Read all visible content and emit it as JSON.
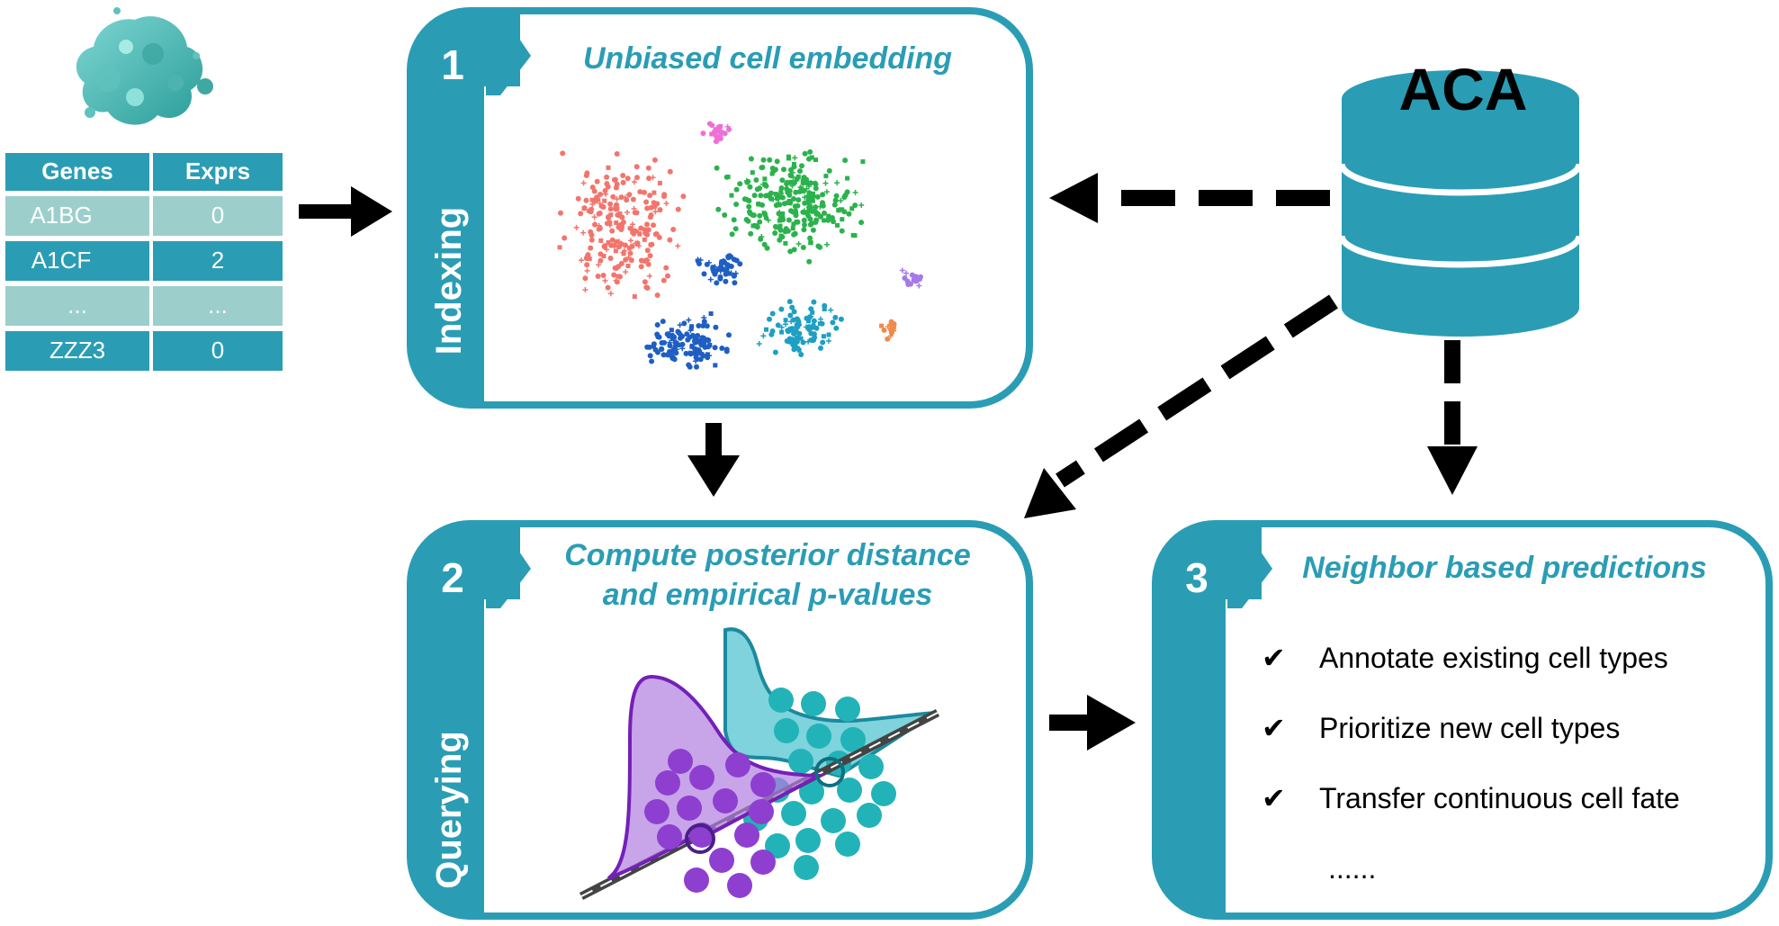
{
  "gene_table": {
    "headers": [
      "Genes",
      "Exprs"
    ],
    "rows": [
      [
        "A1BG",
        "0"
      ],
      [
        "A1CF",
        "2"
      ],
      [
        "...",
        "..."
      ],
      [
        "ZZZ3",
        "0"
      ]
    ]
  },
  "step1": {
    "number": "1",
    "title": "Unbiased cell embedding",
    "side_label": "Indexing"
  },
  "step2": {
    "number": "2",
    "title_line1": "Compute posterior distance",
    "title_line2": "and empirical p-values",
    "side_label": "Querying"
  },
  "step3": {
    "number": "3",
    "title": "Neighbor based predictions",
    "items": [
      {
        "check": "✔",
        "text": "Annotate existing cell types"
      },
      {
        "check": "✔",
        "text": "Prioritize new cell types"
      },
      {
        "check": "✔",
        "text": "Transfer continuous cell fate"
      }
    ],
    "ellipsis": "......"
  },
  "database": {
    "label": "ACA",
    "icon": "database-cylinder-icon"
  },
  "colors": {
    "teal": "#2a9db5",
    "teal_light": "#9ccfcc",
    "teal_dot": "#22b3b8",
    "purple": "#8e3fd0",
    "cluster_red": "#f2756d",
    "cluster_green": "#2bb24c",
    "cluster_blue": "#1f5fc2",
    "cluster_cyan": "#1e9fc4",
    "cluster_pink": "#ee6fd6",
    "cluster_violet": "#a57ae8",
    "cluster_orange": "#f08a4b"
  }
}
